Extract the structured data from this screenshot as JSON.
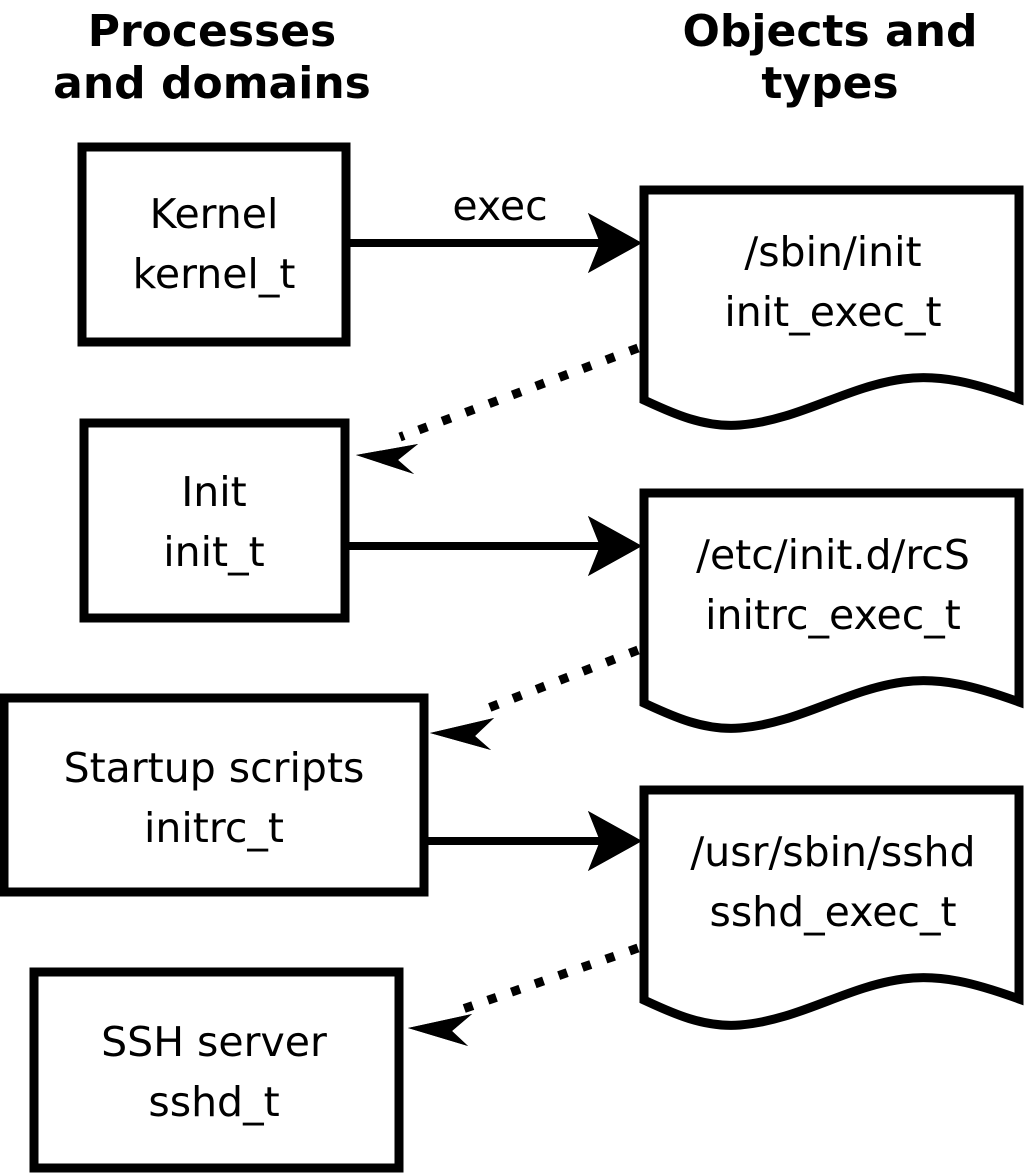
{
  "headers": {
    "left": {
      "line1": "Processes",
      "line2": "and domains"
    },
    "right": {
      "line1": "Objects and",
      "line2": "types"
    }
  },
  "process_nodes": [
    {
      "id": "kernel",
      "line1": "Kernel",
      "line2": "kernel_t"
    },
    {
      "id": "init",
      "line1": "Init",
      "line2": "init_t"
    },
    {
      "id": "initrc",
      "line1": "Startup scripts",
      "line2": "initrc_t"
    },
    {
      "id": "sshd",
      "line1": "SSH server",
      "line2": "sshd_t"
    }
  ],
  "object_nodes": [
    {
      "id": "init_exec",
      "line1": "/sbin/init",
      "line2": "init_exec_t"
    },
    {
      "id": "initrc_exec",
      "line1": "/etc/init.d/rcS",
      "line2": "initrc_exec_t"
    },
    {
      "id": "sshd_exec",
      "line1": "/usr/sbin/sshd",
      "line2": "sshd_exec_t"
    }
  ],
  "edges": [
    {
      "id": "kernel-exec-init_exec",
      "label": "exec",
      "style": "solid"
    },
    {
      "id": "init_exec-transition-init",
      "label": "",
      "style": "dotted"
    },
    {
      "id": "init-exec-initrc_exec",
      "label": "",
      "style": "solid"
    },
    {
      "id": "initrc_exec-transition-initrc",
      "label": "",
      "style": "dotted"
    },
    {
      "id": "initrc-exec-sshd_exec",
      "label": "",
      "style": "solid"
    },
    {
      "id": "sshd_exec-transition-sshd",
      "label": "",
      "style": "dotted"
    }
  ],
  "colors": {
    "stroke": "#000000",
    "fill": "#ffffff",
    "text": "#000000"
  }
}
